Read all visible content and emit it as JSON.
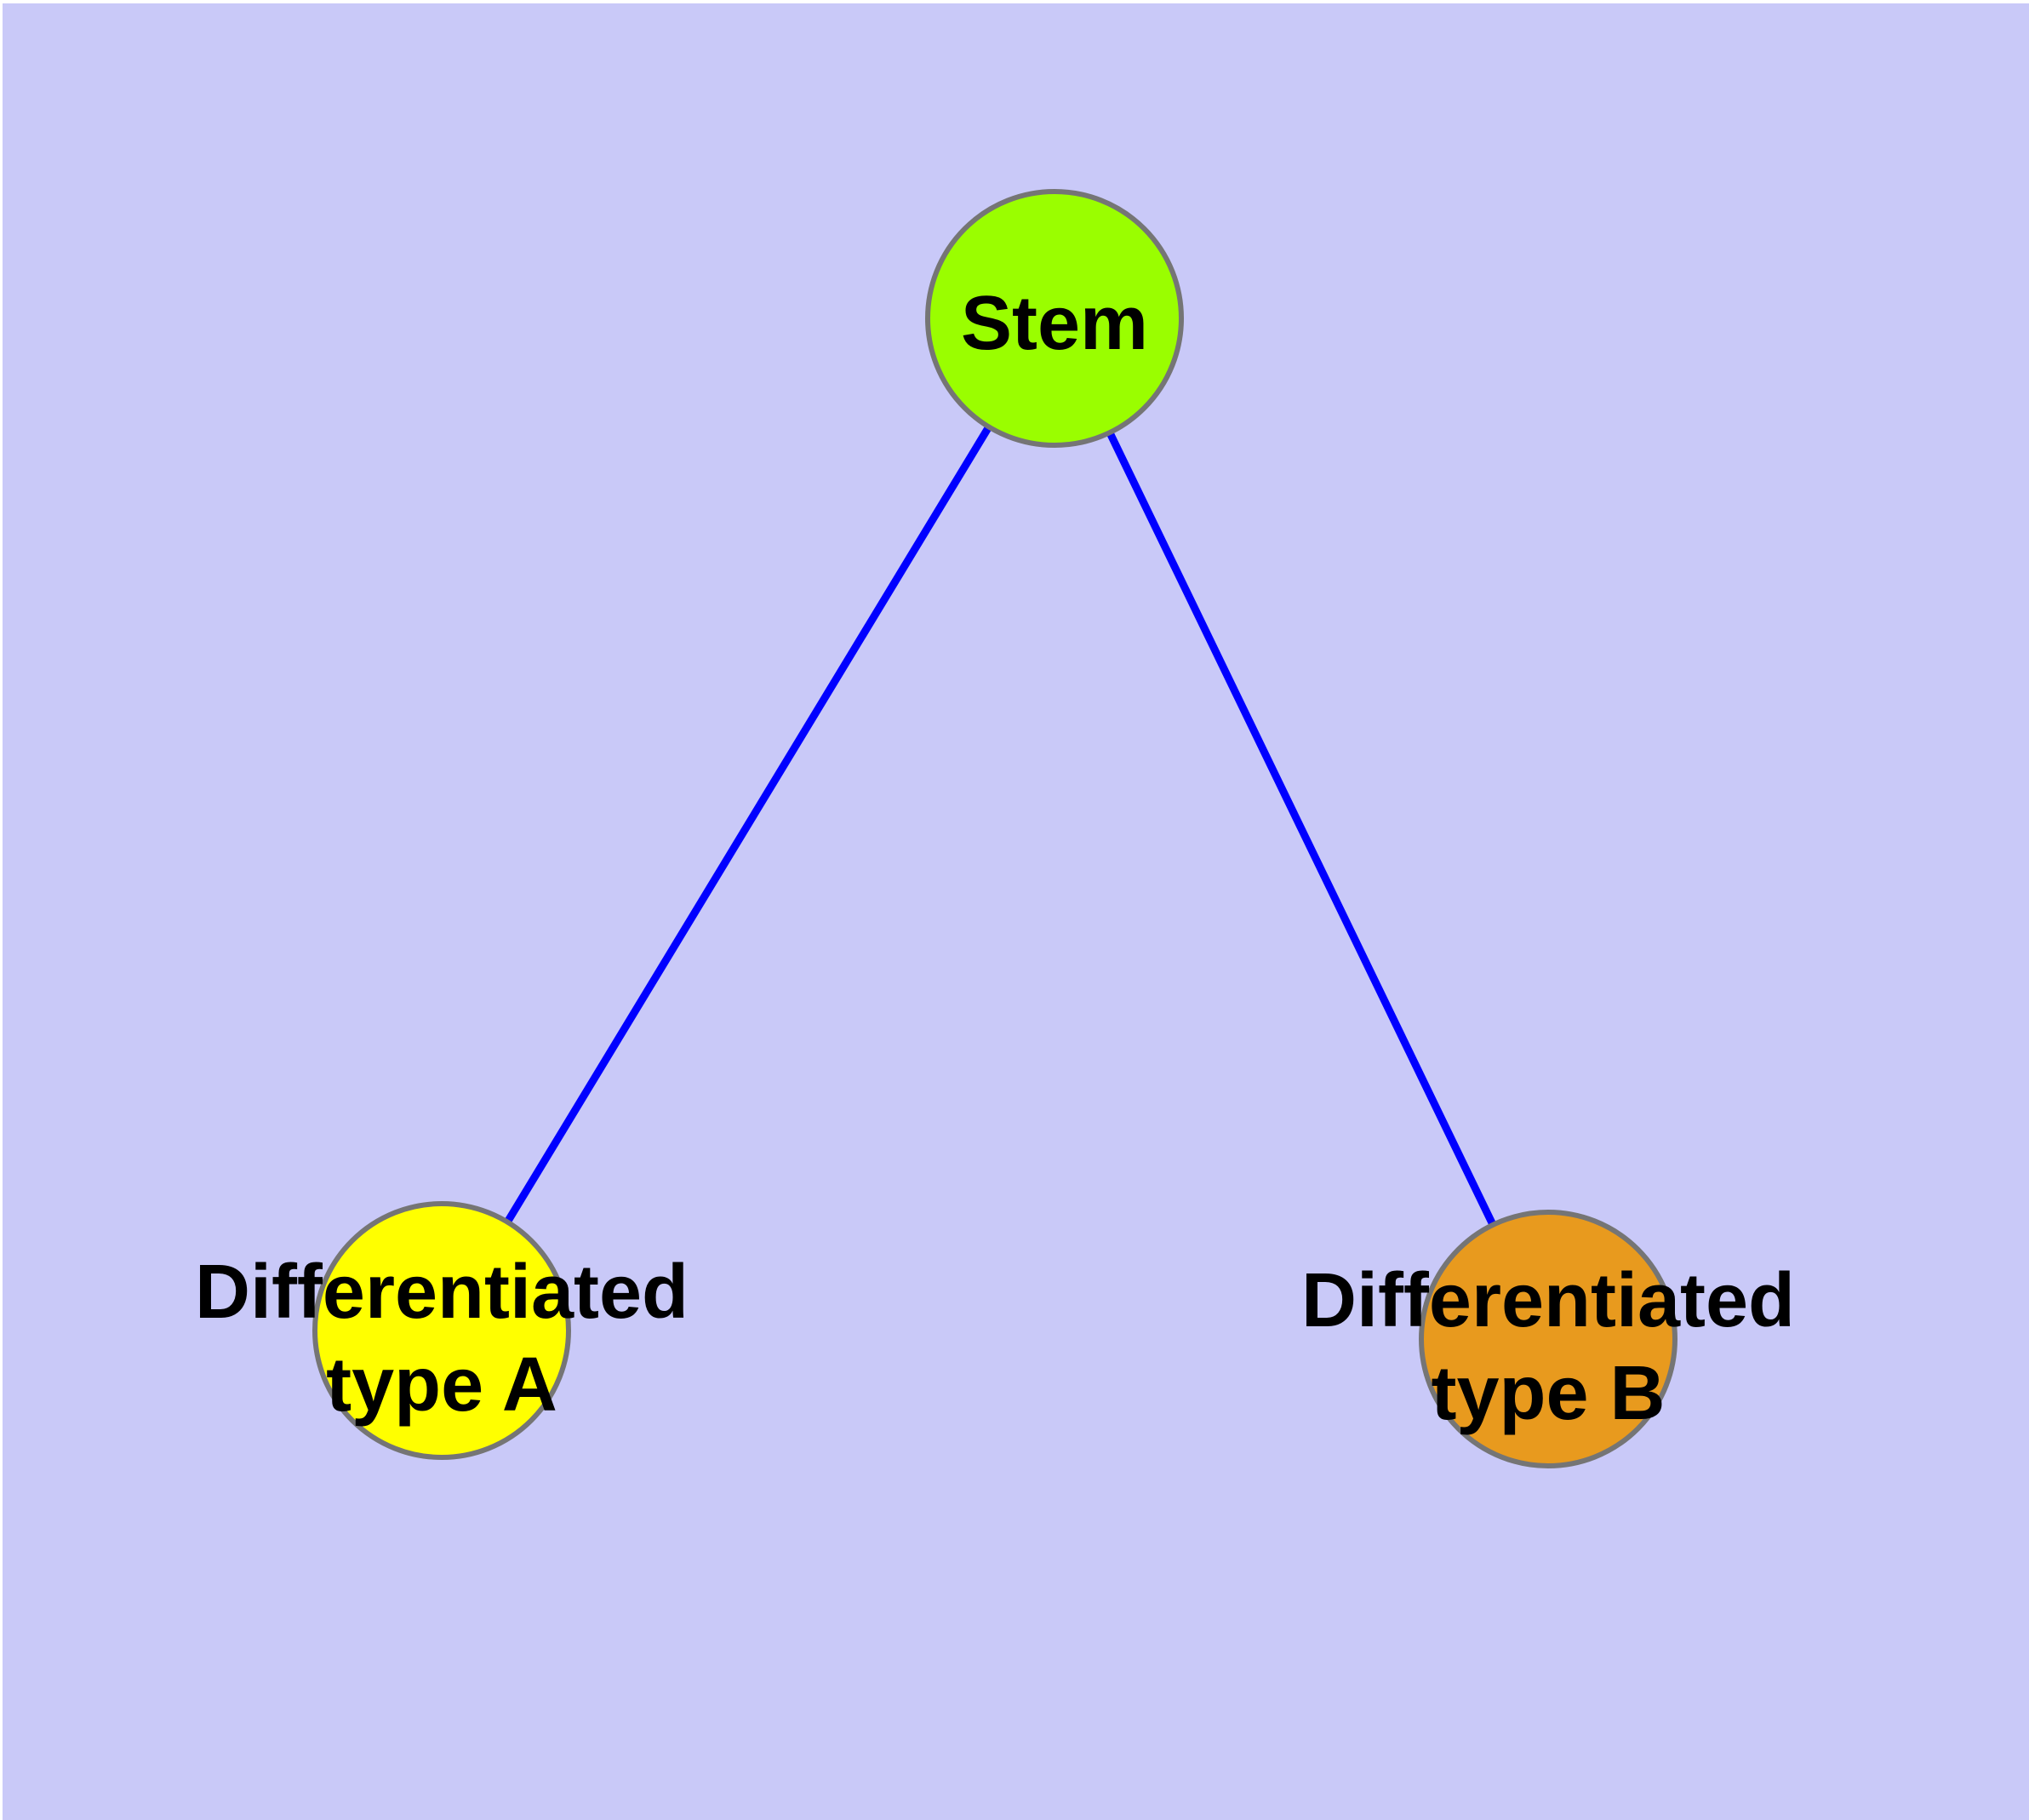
{
  "diagram": {
    "background_color": "#c9c9f8",
    "node_border_color": "#757575",
    "edge_color": "#0000ff",
    "label_text_color": "#000000",
    "nodes": {
      "stem": {
        "label": "Stem",
        "color": "#9afe00"
      },
      "type_a": {
        "label_line1": "Differentiated",
        "label_line2": "type A",
        "color": "#ffff00"
      },
      "type_b": {
        "label_line1": "Differentiated",
        "label_line2": "type B",
        "color": "#e89a1e"
      }
    },
    "edges": [
      {
        "from": "Stem",
        "to": "Differentiated type A"
      },
      {
        "from": "Stem",
        "to": "Differentiated type B"
      }
    ]
  }
}
